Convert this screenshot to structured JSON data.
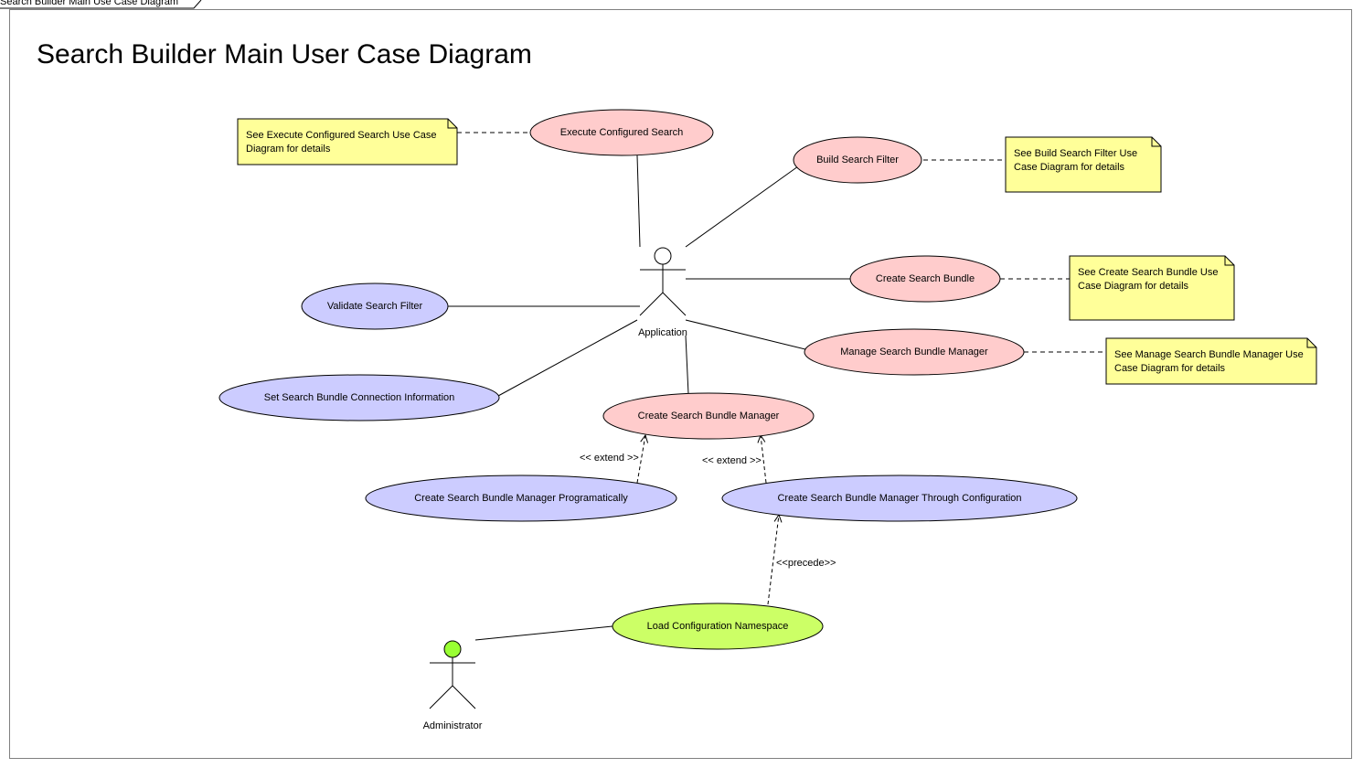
{
  "frame": {
    "tab_label": "Search Builder Main Use Case Diagram"
  },
  "title": "Search Builder Main User Case Diagram",
  "colors": {
    "pink_usecase": "#ffcccc",
    "blue_usecase": "#ccccff",
    "green_usecase": "#ccff66",
    "note_fill": "#ffff99",
    "admin_head": "#99ff33"
  },
  "actors": {
    "application": "Application",
    "administrator": "Administrator"
  },
  "use_cases": {
    "execute_configured_search": "Execute Configured Search",
    "build_search_filter": "Build Search Filter",
    "create_search_bundle": "Create Search Bundle",
    "validate_search_filter": "Validate Search Filter",
    "manage_search_bundle_manager": "Manage Search Bundle Manager",
    "set_connection_info": "Set Search Bundle Connection Information",
    "create_search_bundle_manager": "Create Search Bundle Manager",
    "create_manager_programatically": "Create Search Bundle Manager Programatically",
    "create_manager_through_configuration": "Create Search Bundle Manager Through Configuration",
    "load_configuration_namespace": "Load Configuration Namespace"
  },
  "notes": {
    "execute_note": [
      "See Execute Configured Search Use Case",
      "Diagram  for details"
    ],
    "build_note": [
      "See Build Search Filter Use",
      "Case Diagram for details"
    ],
    "bundle_note": [
      "See Create Search Bundle Use",
      "Case Diagram for details"
    ],
    "manage_note": [
      "See Manage Search Bundle Manager Use",
      "Case Diagram for details"
    ]
  },
  "relations": {
    "extend_left": "<< extend >>",
    "extend_right": "<< extend >>",
    "precede": "<<precede>>"
  }
}
